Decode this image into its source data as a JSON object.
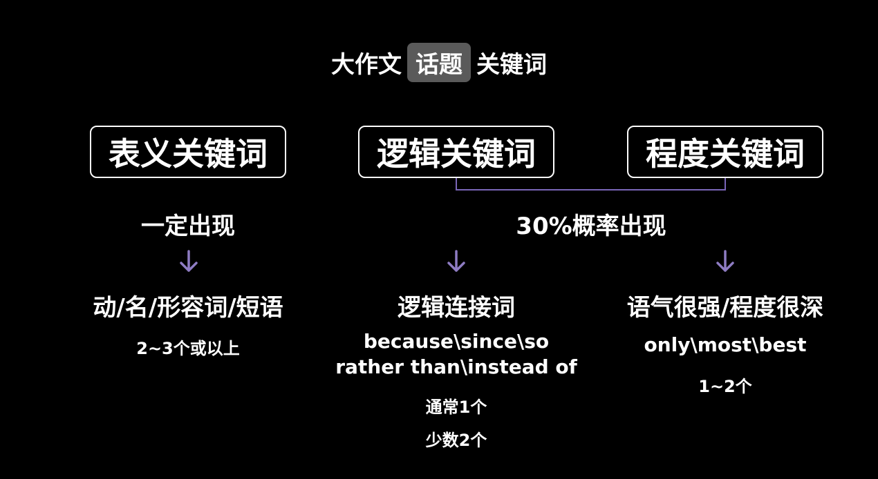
{
  "title": {
    "prefix": "大作文",
    "highlight": "话题",
    "suffix": "关键词"
  },
  "categories": [
    {
      "label": "表义关键词",
      "frequency": "一定出现",
      "type": "动/名/形容词/短语",
      "examples": [],
      "count": [
        "2~3个或以上"
      ]
    },
    {
      "label": "逻辑关键词",
      "type": "逻辑连接词",
      "examples": [
        "because\\since\\so",
        "rather than\\instead of"
      ],
      "count": [
        "通常1个",
        "少数2个"
      ]
    },
    {
      "label": "程度关键词",
      "type": "语气很强/程度很深",
      "examples": [
        "only\\most\\best"
      ],
      "count": [
        "1~2个"
      ]
    }
  ],
  "shared_frequency": "30%概率出现",
  "colors": {
    "background": "#000000",
    "text": "#ffffff",
    "highlight_bg": "#5a5a5a",
    "arrow": "#8e7cc3",
    "connector": "#7a66b8"
  }
}
